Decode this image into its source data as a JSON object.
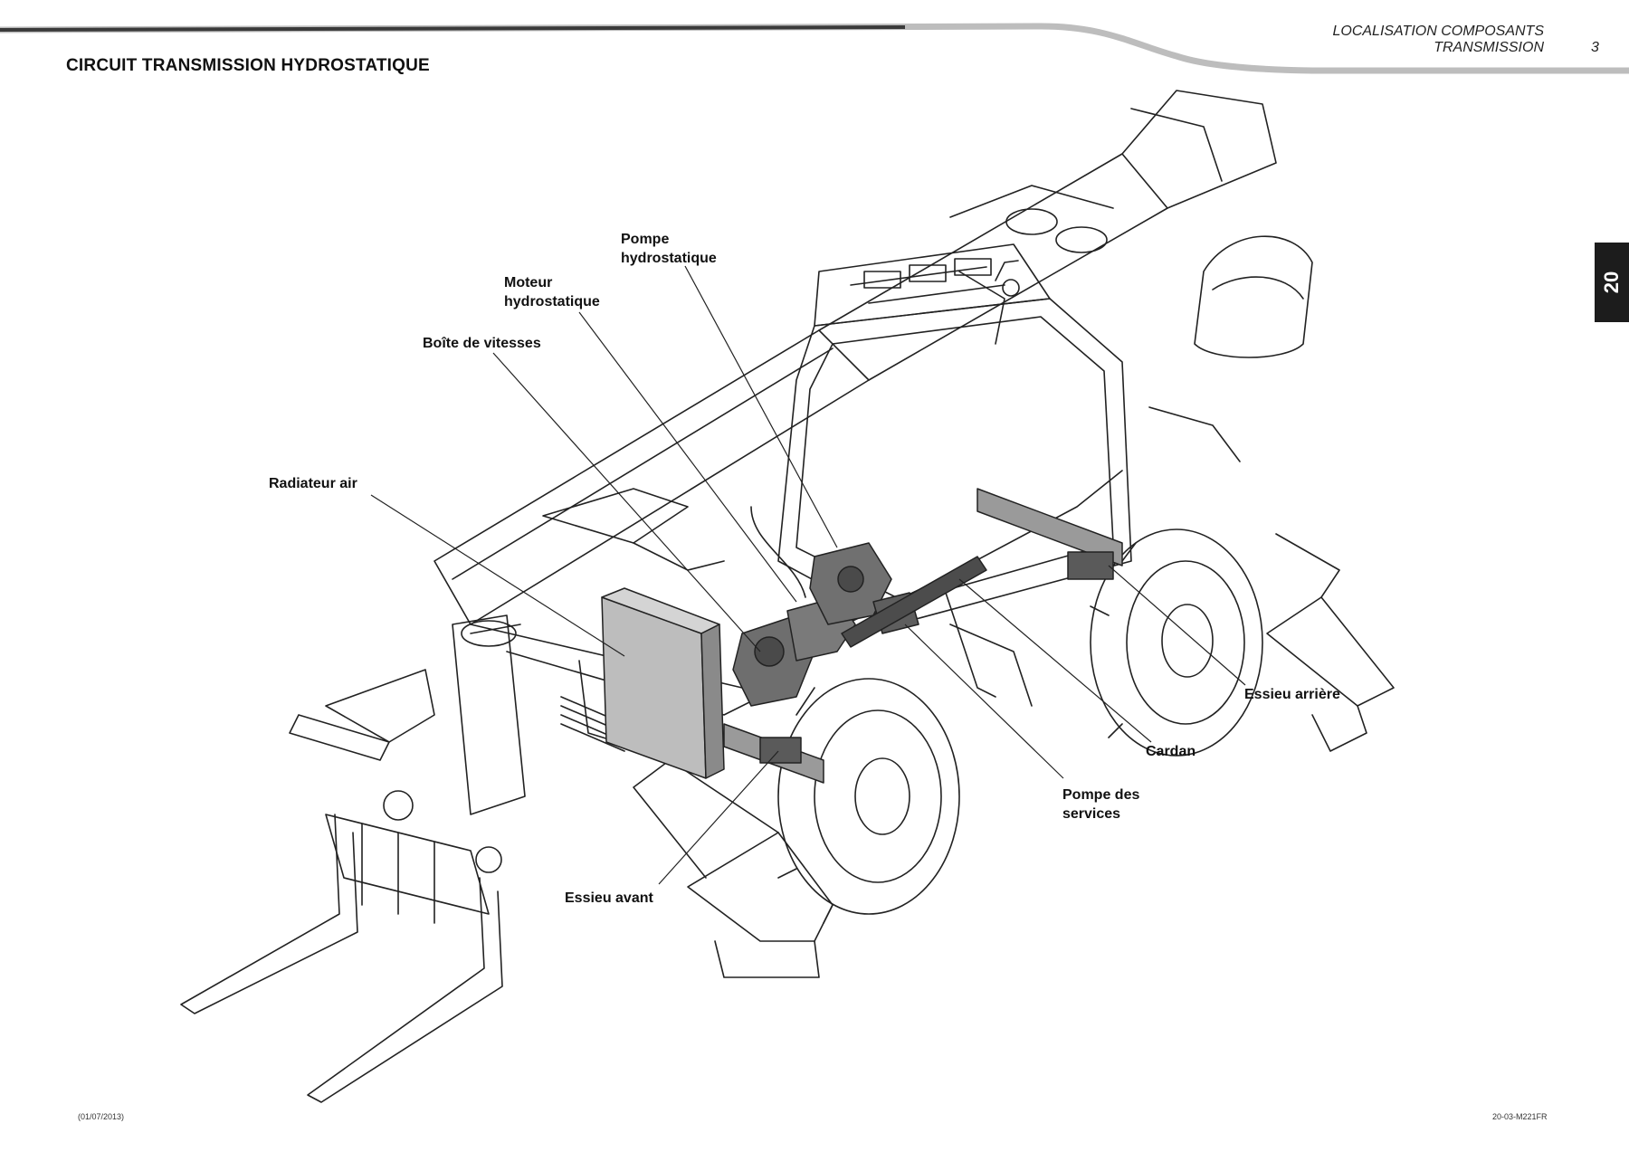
{
  "header": {
    "section_line1": "LOCALISATION COMPOSANTS",
    "section_line2": "TRANSMISSION",
    "page_number": "3"
  },
  "title": "CIRCUIT TRANSMISSION HYDROSTATIQUE",
  "chapter_tab": "20",
  "labels": {
    "pompe_hydro_1": "Pompe",
    "pompe_hydro_2": "hydrostatique",
    "moteur_hydro_1": "Moteur",
    "moteur_hydro_2": "hydrostatique",
    "boite_vitesses": "Boîte de vitesses",
    "radiateur_air": "Radiateur air",
    "essieu_arriere": "Essieu arrière",
    "cardan": "Cardan",
    "pompe_services_1": "Pompe des",
    "pompe_services_2": "services",
    "essieu_avant": "Essieu avant"
  },
  "footer": {
    "date": "(01/07/2013)",
    "reference": "20-03-M221FR"
  },
  "colors": {
    "header_rule_dark": "#3a3a3a",
    "header_rule_light": "#bdbdbd",
    "tab": "#1c1c1c",
    "line": "#222222",
    "component_fill": "#9a9a9a"
  }
}
